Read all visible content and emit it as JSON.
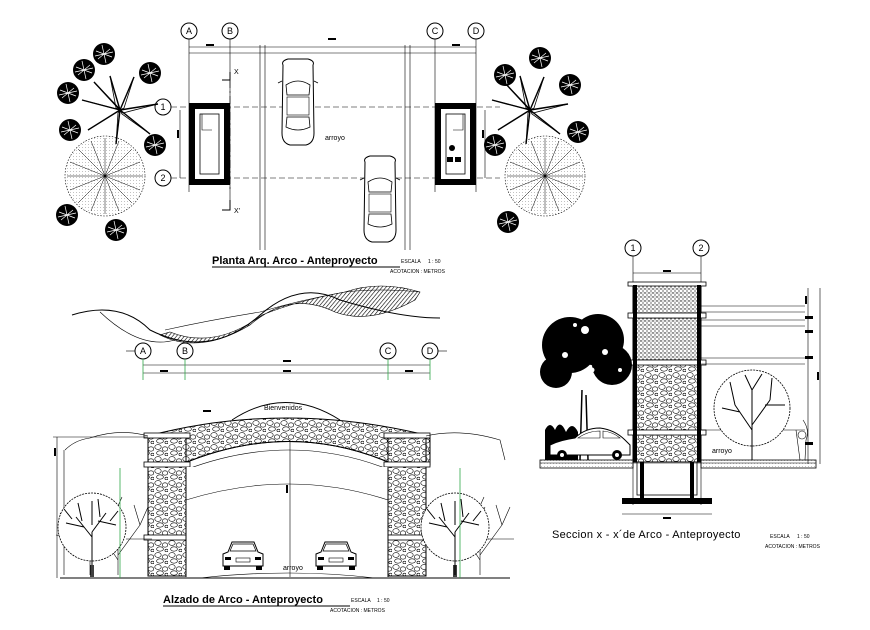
{
  "plan": {
    "title": "Planta Arq. Arco - Anteproyecto",
    "scale_label": "ESCALA",
    "scale_value": "1 : 50",
    "units_note": "ACOTACION : METROS",
    "road_label": "arroyo",
    "section_marks": [
      "X",
      "X'"
    ],
    "grid_columns": [
      "A",
      "B",
      "C",
      "D"
    ],
    "grid_rows": [
      "1",
      "2"
    ]
  },
  "elevation": {
    "title": "Alzado de Arco - Anteproyecto",
    "scale_label": "ESCALA",
    "scale_value": "1 : 50",
    "units_note": "ACOTACION : METROS",
    "sign_text": "Bienvenidos",
    "road_label": "arroyo",
    "grid_columns": [
      "A",
      "B",
      "C",
      "D"
    ]
  },
  "section": {
    "title": "Seccion x - x´de Arco - Anteproyecto",
    "scale_label": "ESCALA",
    "scale_value": "1 : 50",
    "units_note": "ACOTACION : METROS",
    "road_label": "arroyo",
    "grid_rows": [
      "1",
      "2"
    ]
  }
}
